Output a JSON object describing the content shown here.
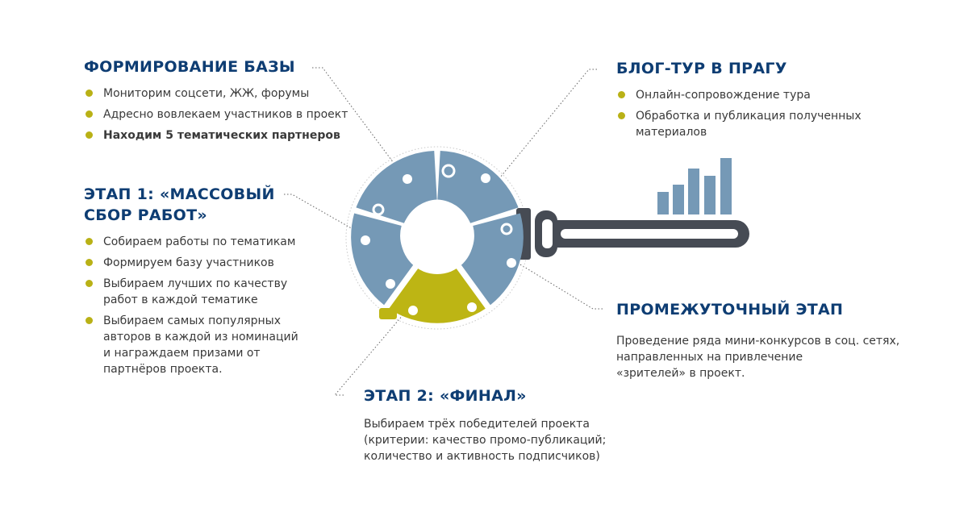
{
  "blocks": {
    "base": {
      "title": "ФОРМИРОВАНИЕ БАЗЫ",
      "items": [
        "Мониторим соцсети, ЖЖ, форумы",
        "Адресно вовлекаем участников в проект",
        "Находим 5 тематических партнеров"
      ]
    },
    "stage1": {
      "title": "ЭТАП 1: «МАССОВЫЙ СБОР РАБОТ»",
      "items": [
        "Собираем работы по тематикам",
        "Формируем базу участников",
        "Выбираем лучших по качеству работ в каждой тематике",
        "Выбираем самых популярных авторов в каждой из номинаций и награждаем призами от партнёров проекта."
      ]
    },
    "stage2": {
      "title": "ЭТАП 2: «ФИНАЛ»",
      "text": "Выбираем трёх победителей проекта\n(критерии: качество промо-публикаций;\nколичество и активность подписчиков)"
    },
    "blog": {
      "title": "БЛОГ-ТУР В ПРАГУ",
      "items": [
        "Онлайн-сопровождение тура",
        "Обработка и публикация полученных материалов"
      ]
    },
    "middle": {
      "title": "ПРОМЕЖУТОЧНЫЙ ЭТАП",
      "text": "Проведение ряда мини-конкурсов в соц. сетях,\nнаправленных на привлечение\n«зрителей» в проект."
    }
  },
  "colors": {
    "heading": "#0e3d73",
    "puzzle_blue": "#7599b6",
    "puzzle_yellow": "#bdb514",
    "key_dark": "#464b54",
    "bullet": "#b9b116"
  },
  "icons": {
    "key": "key-shaft",
    "bars": "bar-chart-icon"
  }
}
